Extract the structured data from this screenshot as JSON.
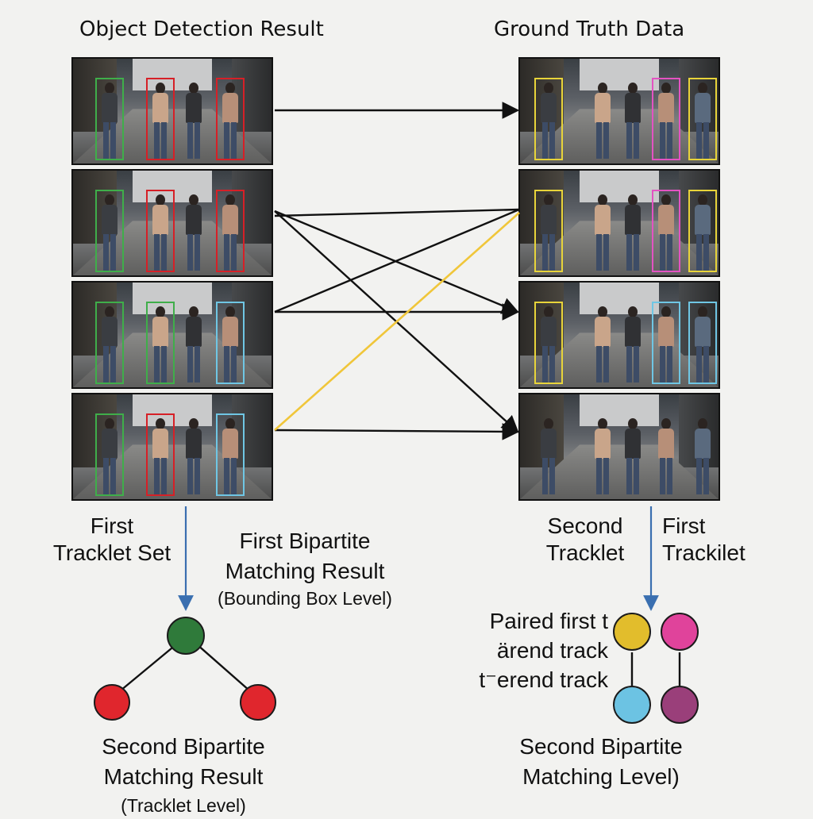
{
  "headings": {
    "left": "Object Detection Result",
    "right": "Ground Truth Data"
  },
  "colors": {
    "green": "#3fae4a",
    "red": "#d62027",
    "yellow": "#e8d43a",
    "pink": "#e353c2",
    "cyan": "#6fc6e4",
    "arrow": "#111111",
    "highlight": "#f0c63a",
    "down_arrow": "#3a6fb0",
    "node_green": "#2f7a3a",
    "node_red": "#e0262d",
    "node_yellow": "#e2bd2c",
    "node_pink": "#e0439b",
    "node_cyan": "#6cc3e3",
    "node_purple": "#9a3f7a"
  },
  "left_frames": [
    {
      "boxes": [
        "green",
        "red",
        "none",
        "red"
      ]
    },
    {
      "boxes": [
        "green",
        "red",
        "none",
        "red"
      ]
    },
    {
      "boxes": [
        "green",
        "green",
        "none",
        "cyan"
      ]
    },
    {
      "boxes": [
        "green",
        "red",
        "none",
        "cyan"
      ]
    }
  ],
  "right_frames": [
    {
      "boxes": [
        "yellow",
        "none",
        "none",
        "pink",
        "yellow"
      ]
    },
    {
      "boxes": [
        "yellow",
        "none",
        "none",
        "pink",
        "yellow"
      ]
    },
    {
      "boxes": [
        "yellow",
        "none",
        "none",
        "cyan",
        "cyan"
      ]
    },
    {
      "boxes": [
        "none",
        "none",
        "none",
        "none",
        "none"
      ]
    }
  ],
  "labels": {
    "first_tracklet_set": [
      "First",
      "Tracklet Set"
    ],
    "first_bipartite": [
      "First Bipartite",
      "Matching Result"
    ],
    "first_bipartite_note": "(Bounding Box Level)",
    "second_bipartite_left": [
      "Second Bipartite",
      "Matching Result",
      "(Tracklet Level)"
    ],
    "second_tracklet": [
      "Second",
      "Tracklet"
    ],
    "first_tracklet": [
      "First",
      "Trackilet"
    ],
    "paired": [
      "Paired first t",
      "ärend track",
      "t⁻erend track"
    ],
    "second_bipartite_right": [
      "Second Bipartite",
      "Matching Level)"
    ]
  }
}
